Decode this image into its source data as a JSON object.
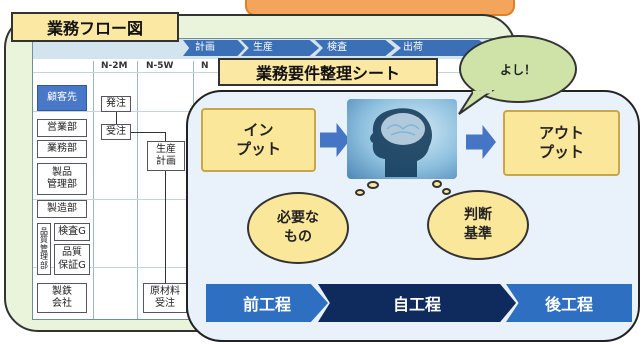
{
  "flow": {
    "title": "業務フロー図",
    "phases": [
      "計画",
      "生産",
      "検査",
      "出荷"
    ],
    "columns": [
      "N-2M",
      "N-5W",
      "N"
    ],
    "departments": [
      {
        "label": "顧客先"
      },
      {
        "label": "営業部"
      },
      {
        "label": "業務部"
      },
      {
        "label": "製品\n管理部"
      },
      {
        "label": "製造部"
      },
      {
        "label": "品\n質\n管\n理\n部"
      },
      {
        "label": "検査G"
      },
      {
        "label": "品質\n保証G"
      },
      {
        "label": "製鉄\n会社"
      }
    ],
    "tasks": [
      {
        "label": "発注"
      },
      {
        "label": "受注"
      },
      {
        "label": "生産\n計画"
      },
      {
        "label": "原材料\n受注"
      }
    ]
  },
  "sheet": {
    "title": "業務要件整理シート",
    "input_label": "イン\nプット",
    "output_label": "アウト\nプット",
    "speech": "よし！",
    "cloud_needs": "必要な\nもの",
    "cloud_criteria": "判断\n基準",
    "process": [
      "前工程",
      "自工程",
      "後工程"
    ]
  },
  "colors": {
    "flow_card_bg": "#eaf4da",
    "sheet_bg": "#e9f1fa",
    "label_yellow": "#fbe8a3",
    "box_yellow": "#fbe79a",
    "arrow_blue": "#4575c4",
    "chevron_light": "#2f6fc1",
    "chevron_dark": "#0f2a5c",
    "speech_green": "#cfe2a8",
    "banner_orange": "#f3a65b"
  }
}
